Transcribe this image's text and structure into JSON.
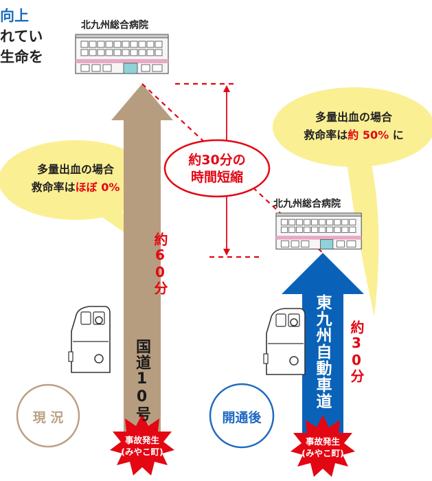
{
  "intro": {
    "line1": "向上",
    "line2": "れてい",
    "line3": "生命を"
  },
  "hospital_top": {
    "label": "北九州総合病院"
  },
  "hospital_mid": {
    "label": "北九州総合病院"
  },
  "bubble_left": {
    "line1": "多量出血の場合",
    "line2_prefix": "救命率は",
    "line2_emph": "ほぼ 0%"
  },
  "bubble_right": {
    "line1": "多量出血の場合",
    "line2_prefix": "救命率は",
    "line2_emph": "約 50%",
    "line2_suffix": " に"
  },
  "center": {
    "line1": "約30分の",
    "line2": "時間短縮"
  },
  "left_route": {
    "time": "約60分",
    "road": "国道10号",
    "status": "現 況",
    "incident_l1": "事故発生",
    "incident_l2": "(みやこ町)"
  },
  "right_route": {
    "time": "約30分",
    "road": "東九州自動車道",
    "status": "開通後",
    "incident_l1": "事故発生",
    "incident_l2": "(みやこ町)"
  },
  "colors": {
    "tan_arrow": "#b79d7f",
    "blue_arrow": "#0a62b8",
    "red": "#e30613",
    "bubble": "#fbef94",
    "status_left": "#b9a283",
    "status_right": "#1f6ac0"
  },
  "icons": [
    "hospital-building-icon",
    "ambulance-icon",
    "explosion-icon",
    "speech-bubble"
  ]
}
